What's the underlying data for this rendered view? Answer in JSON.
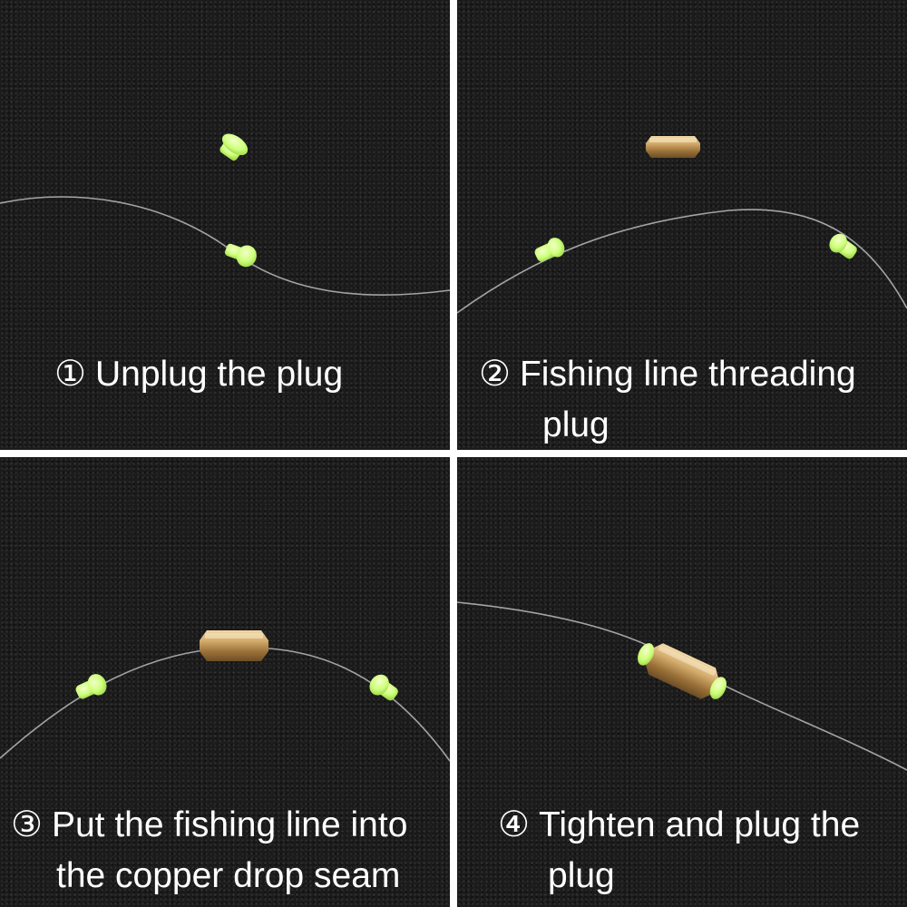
{
  "panels": [
    {
      "num": "①",
      "line1": "Unplug the plug",
      "line2": ""
    },
    {
      "num": "②",
      "line1": "Fishing line threading",
      "line2": "plug"
    },
    {
      "num": "③",
      "line1": "Put the fishing line into",
      "line2": "the copper drop seam"
    },
    {
      "num": "④",
      "line1": "Tighten and plug the",
      "line2": "plug"
    }
  ],
  "colors": {
    "background": "#1b1b1b",
    "plug": "#cdff7a",
    "brass": "#c8a267",
    "line": "#b9bcc0",
    "caption": "#ffffff",
    "divider": "#ffffff"
  }
}
